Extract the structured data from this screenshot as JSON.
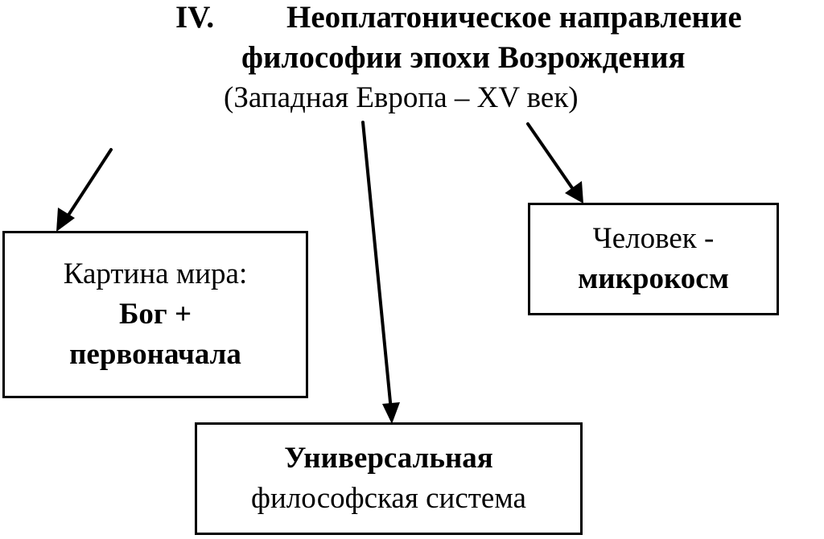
{
  "heading": {
    "numeral": "IV.",
    "line1": "Неоплатоническое направление",
    "line2": "философии эпохи Возрождения",
    "subtitle": "(Западная Европа – XV век)"
  },
  "boxes": {
    "world": {
      "line1": "Картина мира:",
      "line2": "Бог +",
      "line3": "первоначала"
    },
    "human": {
      "line1": "Человек -",
      "line2": "микрокосм"
    },
    "system": {
      "line1": "Универсальная",
      "line2": "философская система"
    }
  }
}
